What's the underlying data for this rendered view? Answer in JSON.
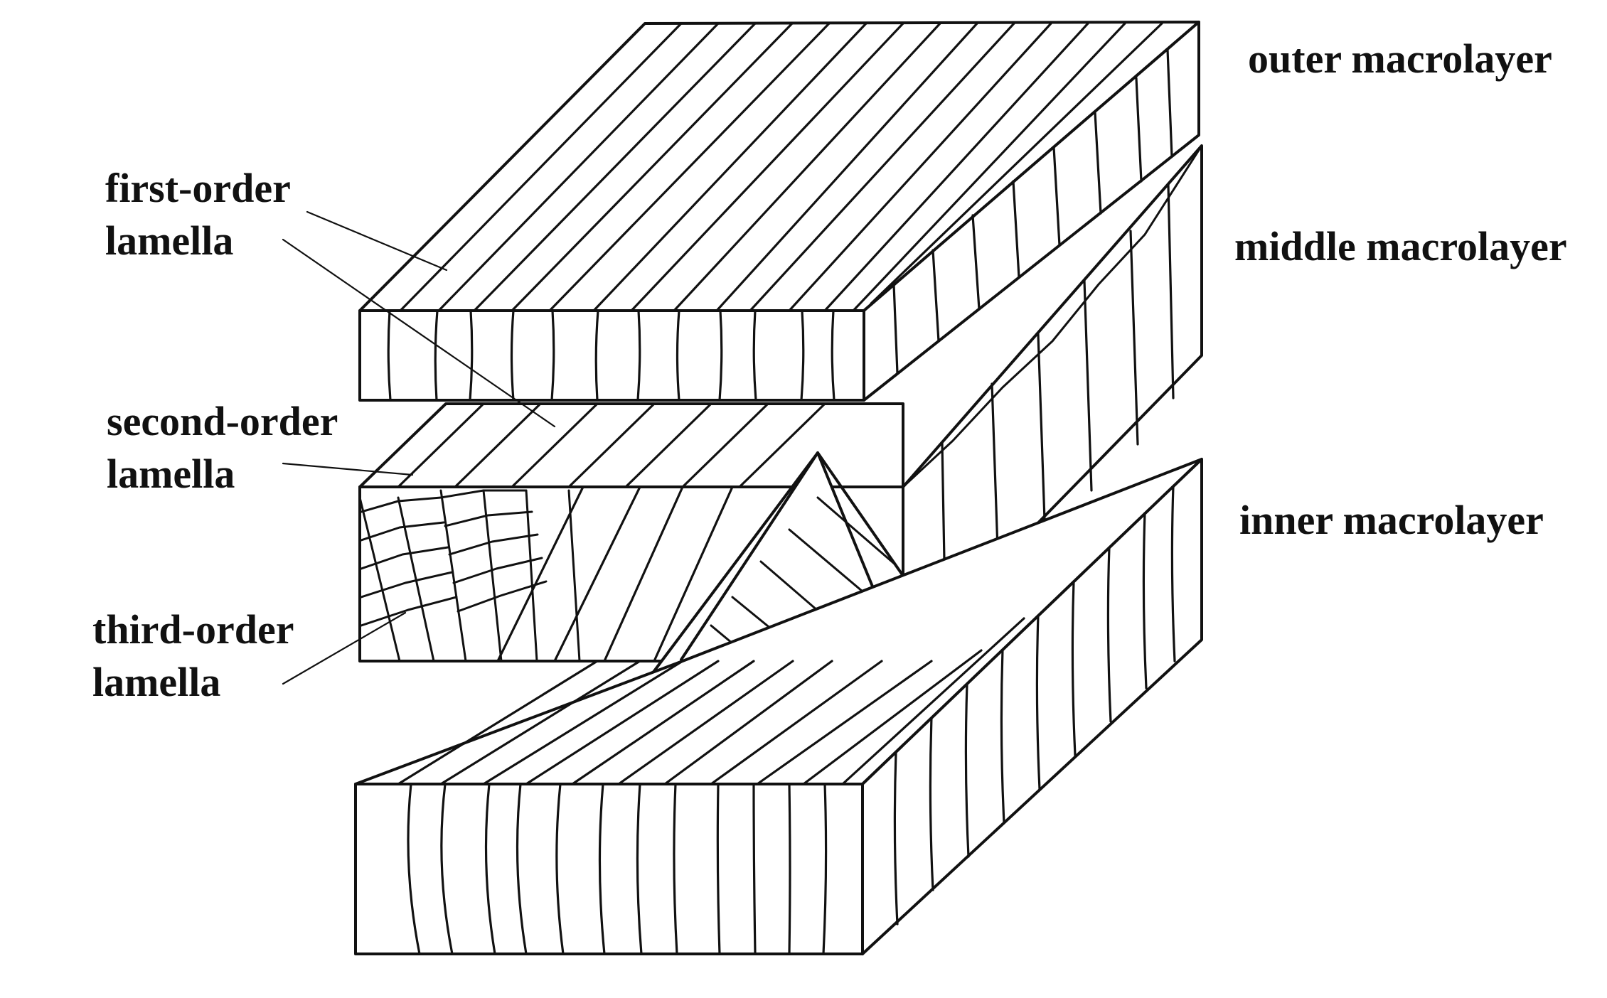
{
  "labels": {
    "outer": "outer macrolayer",
    "middle": "middle macrolayer",
    "inner": "inner macrolayer",
    "first_order": [
      "first-order",
      "lamella"
    ],
    "second_order": [
      "second-order",
      "lamella"
    ],
    "third_order": [
      "third-order",
      "lamella"
    ]
  },
  "colors": {
    "ink": "#111111",
    "paper": "#ffffff"
  }
}
